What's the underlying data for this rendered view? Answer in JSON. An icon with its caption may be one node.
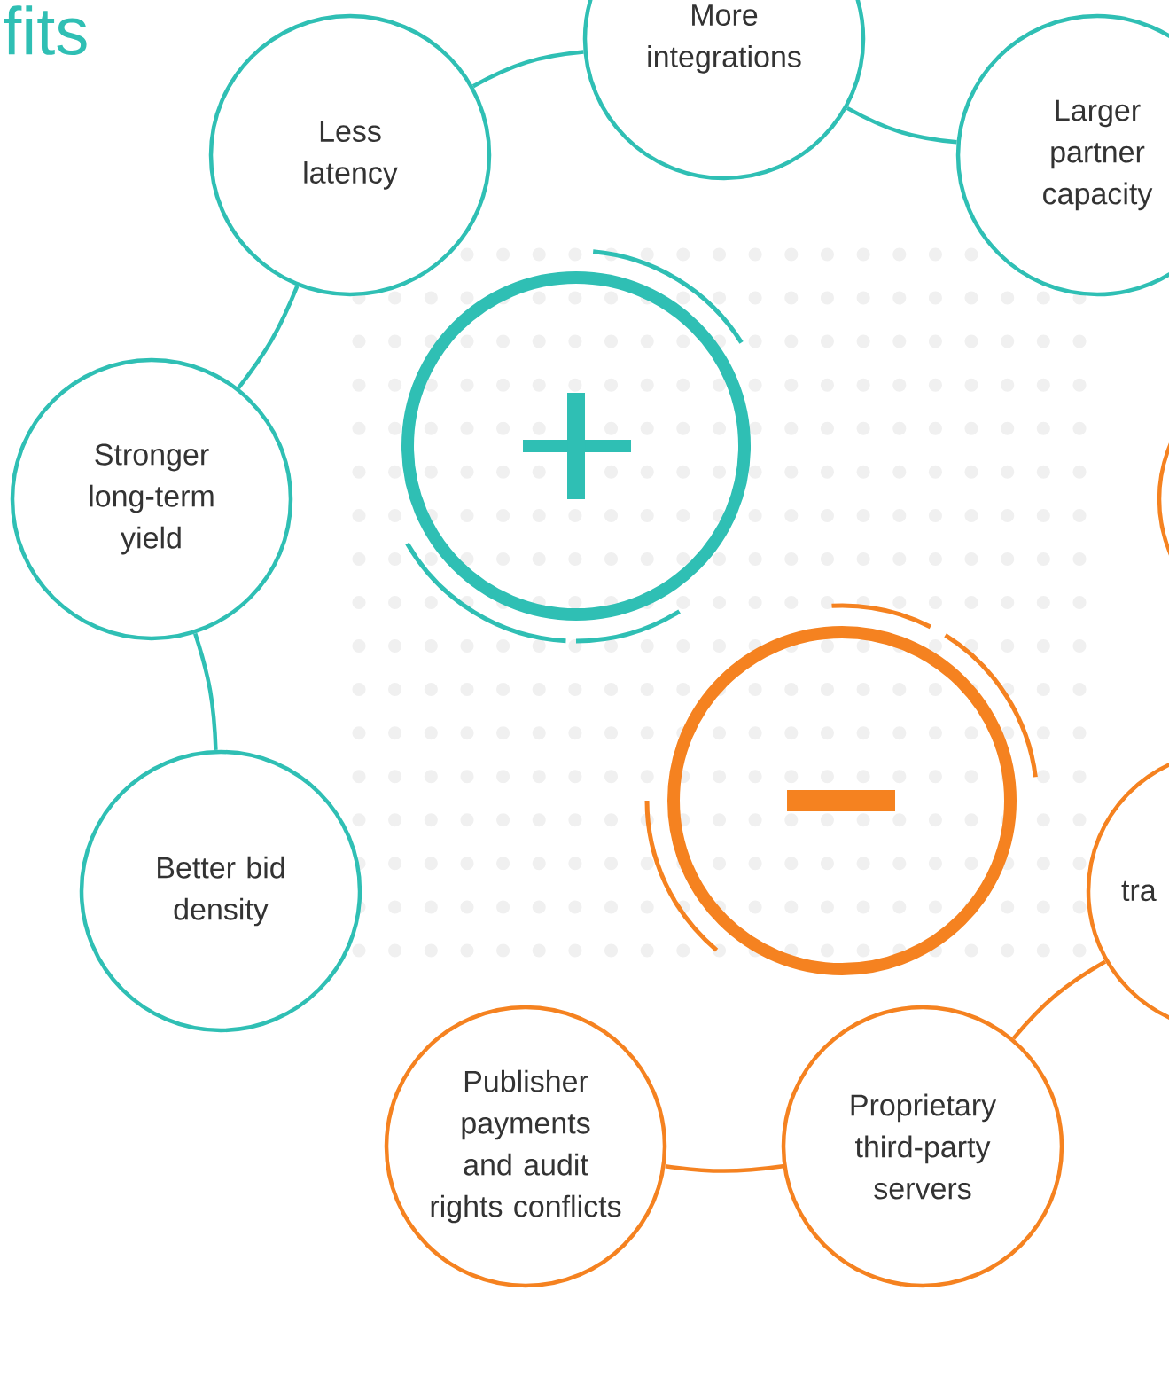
{
  "diagram": {
    "title": "fits",
    "nodes": [
      {
        "text": [
          "More integrations"
        ]
      },
      {
        "text": [
          "Larger partner capacity"
        ]
      },
      {
        "text": [
          "Less latency"
        ]
      },
      {
        "text": [
          "Stronger long-term yield"
        ]
      },
      {
        "text": [
          "Better bid density"
        ]
      },
      {
        "text": [],
        "shape": "circle"
      },
      {
        "text": [],
        "shape": "circle"
      },
      {
        "text": [],
        "shape": "circle"
      },
      {
        "text": [
          "tra"
        ]
      },
      {
        "text": [
          "Proprietary third-party servers"
        ]
      },
      {
        "text": [
          "Publisher payments and audit rights conflicts"
        ]
      }
    ],
    "edges": [
      {
        "from": 2,
        "to": 0,
        "arrow": "none",
        "color": "#2fbfb4"
      },
      {
        "from": 0,
        "to": 1,
        "arrow": "none",
        "color": "#2fbfb4"
      },
      {
        "from": 2,
        "to": 3,
        "arrow": "none",
        "color": "#2fbfb4"
      },
      {
        "from": 3,
        "to": 4,
        "arrow": "none",
        "color": "#2fbfb4"
      },
      {
        "from": 8,
        "to": 9,
        "arrow": "none",
        "color": "#f58220"
      },
      {
        "from": 9,
        "to": 10,
        "arrow": "none",
        "color": "#f58220"
      }
    ]
  }
}
